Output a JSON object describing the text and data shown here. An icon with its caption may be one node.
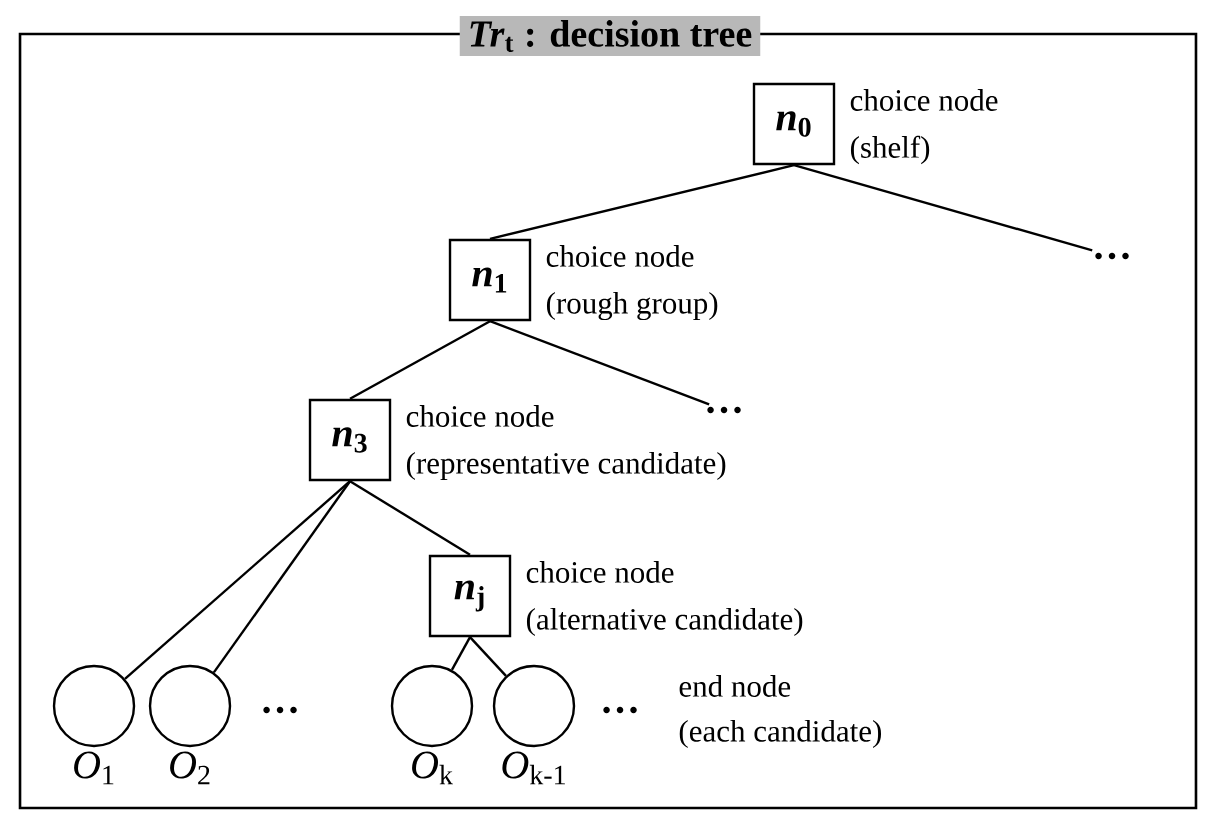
{
  "diagram": {
    "title": "*Tr*$_{t}$ : decision tree",
    "nodes": [
      {
        "text": [
          "*n*$_{0}$"
        ],
        "beside": [
          "choice node",
          "(shelf)"
        ]
      },
      {
        "text": [
          "…"
        ]
      },
      {
        "text": [
          "*n*$_{1}$"
        ],
        "beside": [
          "choice node",
          "(rough group)"
        ]
      },
      {
        "text": [
          "*n*$_{3}$"
        ],
        "beside": [
          "choice node",
          "(representative candidate)"
        ]
      },
      {
        "text": [
          "…"
        ]
      },
      {
        "text": [
          "*n*$_{j}$"
        ],
        "beside": [
          "choice node",
          "(alternative candidate)"
        ]
      },
      {
        "text": [],
        "shape": "circle",
        "beside": [
          "*O*$_{1}$"
        ]
      },
      {
        "text": [],
        "shape": "circle",
        "beside": [
          "*O*$_{2}$"
        ]
      },
      {
        "text": [],
        "shape": "circle",
        "beside": [
          "*O*$_{k}$"
        ]
      },
      {
        "text": [],
        "shape": "circle",
        "beside": [
          "*O*$_{k-1}$"
        ]
      }
    ],
    "edges": [
      {
        "from": 0,
        "to": 2,
        "arrow": "none"
      },
      {
        "from": 0,
        "to": 1,
        "arrow": "none"
      },
      {
        "from": 2,
        "to": 3,
        "arrow": "none"
      },
      {
        "from": 2,
        "to": 4,
        "arrow": "none"
      },
      {
        "from": 3,
        "to": 6,
        "arrow": "none"
      },
      {
        "from": 3,
        "to": 7,
        "arrow": "none"
      },
      {
        "from": 3,
        "to": 5,
        "arrow": "none"
      },
      {
        "from": 5,
        "to": 8,
        "arrow": "none"
      },
      {
        "from": 5,
        "to": 9,
        "arrow": "none"
      }
    ],
    "labels": [
      "…",
      "…",
      "end node",
      "(each candidate)"
    ]
  }
}
